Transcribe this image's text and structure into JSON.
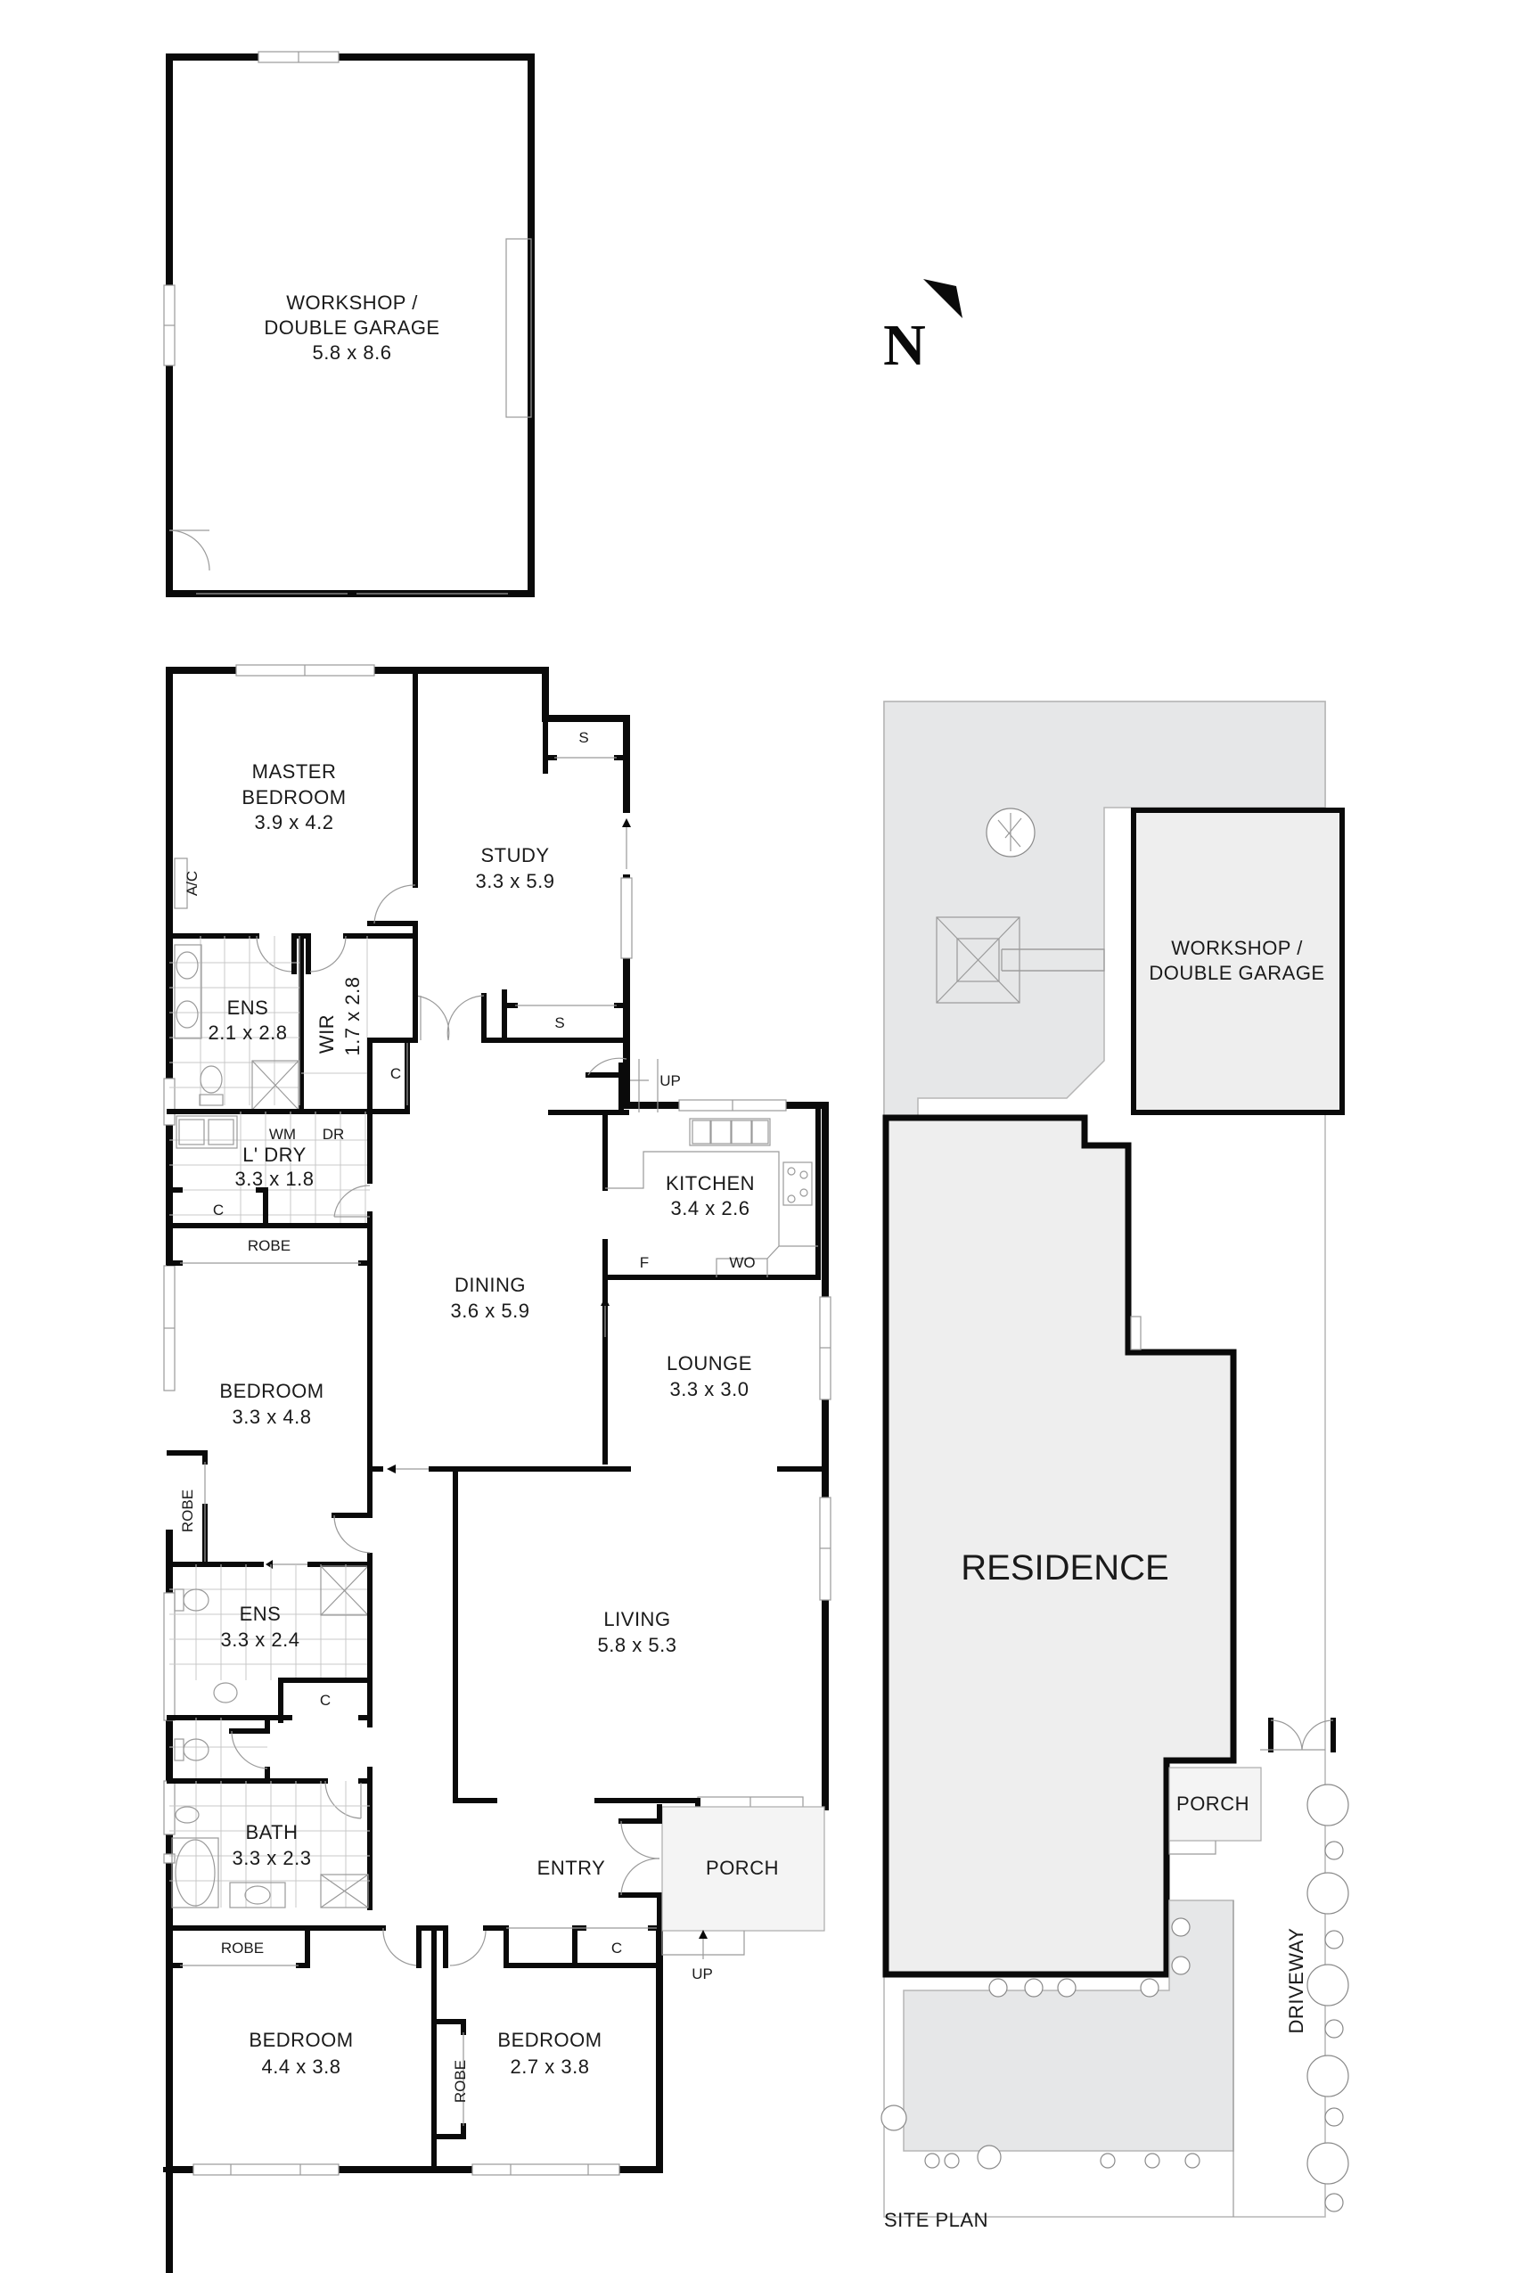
{
  "plan": {
    "north_label": "N",
    "site_plan_title": "SITE PLAN"
  },
  "garage": {
    "name_line1": "WORKSHOP /",
    "name_line2": "DOUBLE GARAGE",
    "dims": "5.8 x 8.6"
  },
  "rooms": {
    "master_bedroom": {
      "name_line1": "MASTER",
      "name_line2": "BEDROOM",
      "dims": "3.9 x 4.2"
    },
    "study": {
      "name": "STUDY",
      "dims": "3.3 x 5.9"
    },
    "ens1": {
      "name": "ENS",
      "dims": "2.1 x 2.8"
    },
    "wir": {
      "name": "WIR",
      "dims": "1.7 x 2.8"
    },
    "laundry": {
      "name": "L' DRY",
      "dims": "3.3 x 1.8",
      "wm": "WM",
      "dr": "DR"
    },
    "kitchen": {
      "name": "KITCHEN",
      "dims": "3.4 x 2.6",
      "fridge": "F",
      "wall_oven": "WO"
    },
    "dining": {
      "name": "DINING",
      "dims": "3.6 x 5.9"
    },
    "lounge": {
      "name": "LOUNGE",
      "dims": "3.3 x 3.0"
    },
    "bedroom2": {
      "name": "BEDROOM",
      "dims": "3.3 x 4.8"
    },
    "ens2": {
      "name": "ENS",
      "dims": "3.3 x 2.4"
    },
    "living": {
      "name": "LIVING",
      "dims": "5.8 x 5.3"
    },
    "bath": {
      "name": "BATH",
      "dims": "3.3 x 2.3"
    },
    "entry": {
      "name": "ENTRY"
    },
    "porch": {
      "name": "PORCH"
    },
    "bedroom3": {
      "name": "BEDROOM",
      "dims": "4.4 x 3.8"
    },
    "bedroom4": {
      "name": "BEDROOM",
      "dims": "2.7 x 3.8"
    }
  },
  "annotations": {
    "ac": "A/C",
    "shelf": "S",
    "cupboard": "C",
    "robe": "ROBE",
    "up": "UP"
  },
  "site": {
    "residence": "RESIDENCE",
    "garage_line1": "WORKSHOP /",
    "garage_line2": "DOUBLE GARAGE",
    "porch": "PORCH",
    "driveway": "DRIVEWAY"
  },
  "colors": {
    "wall": "#0a0a0a",
    "site_ground": "#e6e7e8",
    "building_fill": "#eeeeee",
    "porch_fill": "#f4f4f4"
  }
}
